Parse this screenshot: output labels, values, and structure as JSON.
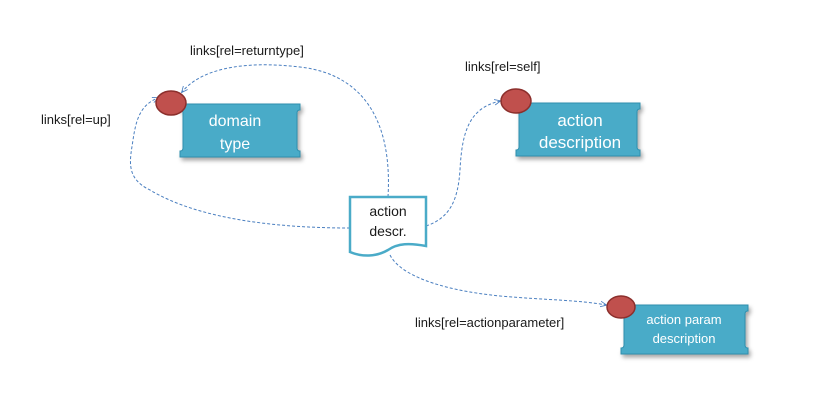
{
  "nodes": {
    "domain_type": {
      "line1": "domain",
      "line2": "type"
    },
    "action_description": {
      "line1": "action",
      "line2": "description"
    },
    "action_param_description": {
      "line1": "action param",
      "line2": "description"
    },
    "action_descr_doc": {
      "line1": "action",
      "line2": "descr."
    }
  },
  "links": {
    "returntype": "links[rel=returntype]",
    "up": "links[rel=up]",
    "self": "links[rel=self]",
    "actionparameter": "links[rel=actionparameter]"
  },
  "colors": {
    "node_fill": "#4aabc8",
    "node_border": "#2e8fae",
    "marker_fill": "#c0504d",
    "marker_border": "#8c2f2c",
    "connector": "#4a7fc0"
  }
}
